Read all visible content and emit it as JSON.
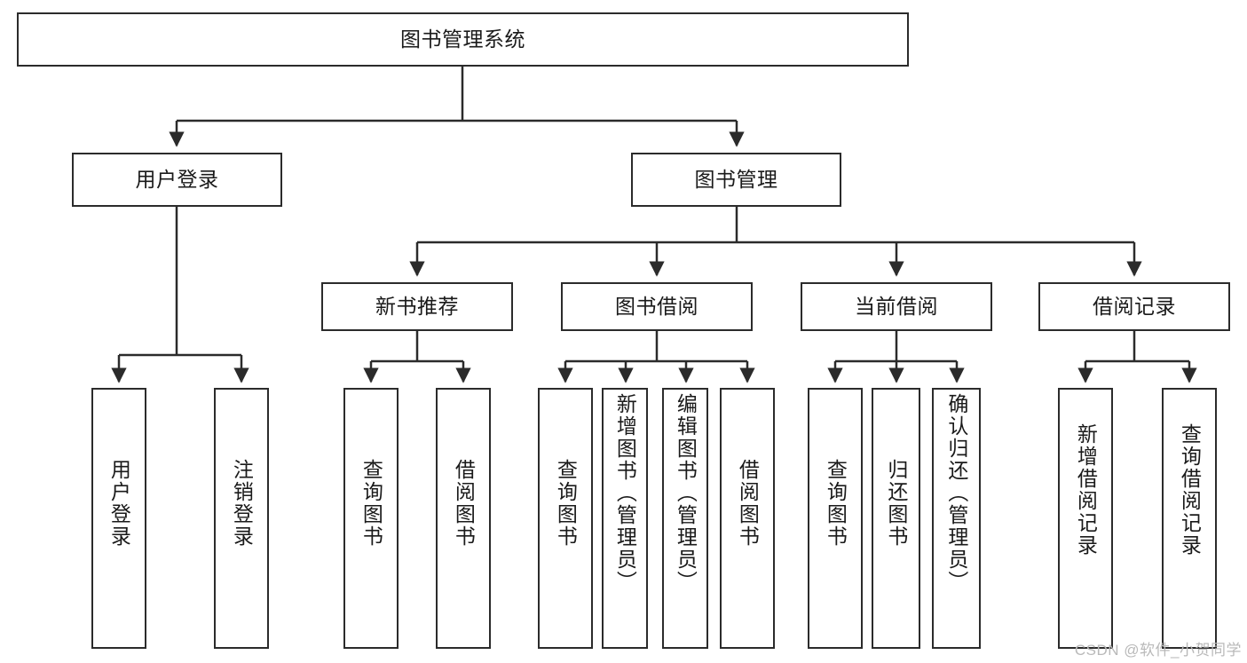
{
  "diagram": {
    "title": "图书管理系统",
    "type": "tree-hierarchy-chart",
    "watermark": "CSDN @软件_小贺同学",
    "colors": {
      "background": "#ffffff",
      "node_border": "#2b2b2b",
      "node_fill": "#ffffff",
      "edge": "#2b2b2b",
      "text": "#1a1a1a",
      "watermark": "#b9b9b9"
    },
    "nodes": {
      "root": {
        "label": "图书管理系统"
      },
      "level2": [
        {
          "id": "user-login",
          "label": "用户登录"
        },
        {
          "id": "book-manage",
          "label": "图书管理"
        }
      ],
      "level3": [
        {
          "id": "new-book-recommend",
          "label": "新书推荐"
        },
        {
          "id": "book-borrow",
          "label": "图书借阅"
        },
        {
          "id": "current-borrow",
          "label": "当前借阅"
        },
        {
          "id": "borrow-record",
          "label": "借阅记录"
        }
      ],
      "leaves": [
        {
          "id": "leaf-user-login",
          "label": "用户登录",
          "parent": "用户登录"
        },
        {
          "id": "leaf-logout-login",
          "label": "注销登录",
          "parent": "用户登录"
        },
        {
          "id": "leaf-query-book-1",
          "label": "查询图书",
          "parent": "新书推荐"
        },
        {
          "id": "leaf-borrow-book-1",
          "label": "借阅图书",
          "parent": "新书推荐"
        },
        {
          "id": "leaf-query-book-2",
          "label": "查询图书",
          "parent": "图书借阅"
        },
        {
          "id": "leaf-add-book",
          "label": "新增图书（管理员）",
          "parent": "图书借阅"
        },
        {
          "id": "leaf-edit-book",
          "label": "编辑图书（管理员）",
          "parent": "图书借阅"
        },
        {
          "id": "leaf-borrow-book-2",
          "label": "借阅图书",
          "parent": "图书借阅"
        },
        {
          "id": "leaf-query-book-3",
          "label": "查询图书",
          "parent": "当前借阅"
        },
        {
          "id": "leaf-return-book",
          "label": "归还图书",
          "parent": "当前借阅"
        },
        {
          "id": "leaf-confirm-return",
          "label": "确认归还（管理员）",
          "parent": "当前借阅"
        },
        {
          "id": "leaf-add-record",
          "label": "新增借阅记录",
          "parent": "借阅记录"
        },
        {
          "id": "leaf-query-record",
          "label": "查询借阅记录",
          "parent": "借阅记录"
        }
      ]
    }
  }
}
